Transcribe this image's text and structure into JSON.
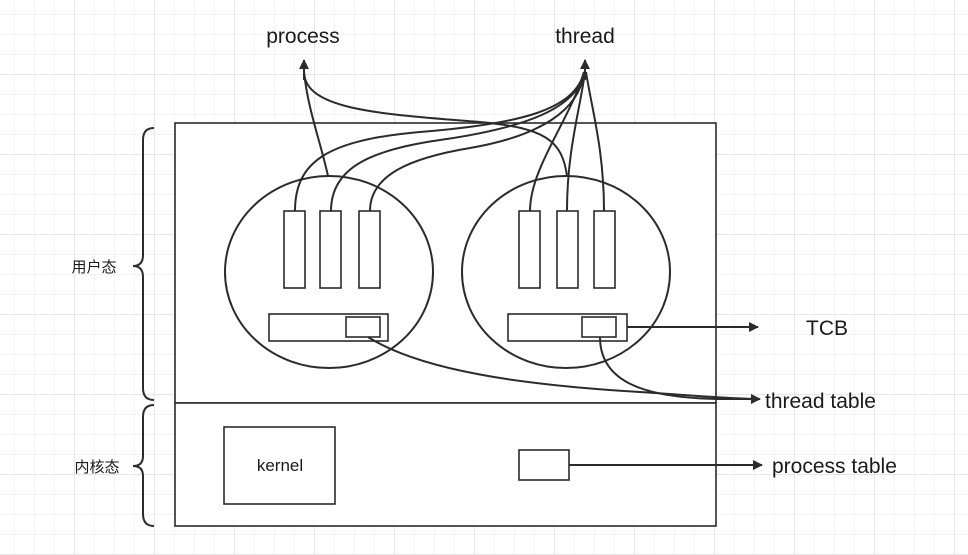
{
  "labels": {
    "process": "process",
    "thread": "thread",
    "tcb": "TCB",
    "thread_table": "thread table",
    "process_table": "process table",
    "kernel": "kernel",
    "user_mode": "用户态",
    "kernel_mode": "内核态"
  },
  "colors": {
    "stroke": "#2b2b2b",
    "grid": "#e6e6e6"
  }
}
